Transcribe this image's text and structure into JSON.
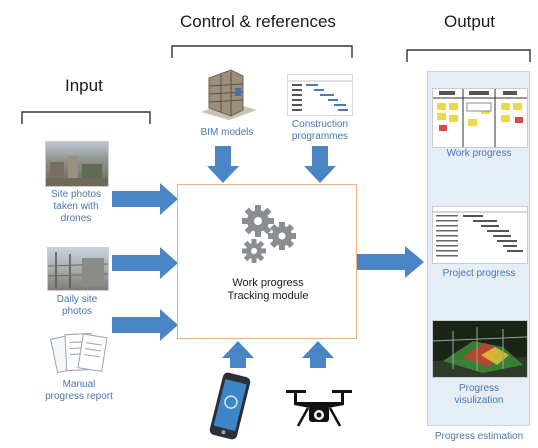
{
  "headings": {
    "input": "Input",
    "control": "Control & references",
    "output": "Output"
  },
  "inputs": [
    {
      "label": "Site photos taken with drones",
      "icon": "drone-photo-icon"
    },
    {
      "label": "Daily site photos",
      "icon": "site-photo-icon"
    },
    {
      "label": "Manual progress report",
      "icon": "report-icon"
    }
  ],
  "references": [
    {
      "label": "BIM models",
      "icon": "bim-model-icon"
    },
    {
      "label": "Construction programmes",
      "icon": "gantt-chart-icon"
    }
  ],
  "module": {
    "label": "Work progress Tracking module",
    "icon": "gears-icon"
  },
  "devices": [
    {
      "icon": "smartphone-icon"
    },
    {
      "icon": "drone-icon"
    }
  ],
  "outputs": [
    {
      "label": "Work progress",
      "icon": "kanban-board-icon"
    },
    {
      "label": "Project progress",
      "icon": "gantt-report-icon"
    },
    {
      "label": "Progress visulization",
      "icon": "3d-visualization-icon"
    }
  ],
  "output_footer": "Progress estimation",
  "colors": {
    "arrow": "#4a86c5",
    "caption": "#4a76ad",
    "module_border": "#f2b27f",
    "panel": "#e5edf6",
    "gear": "#8a8d92"
  }
}
